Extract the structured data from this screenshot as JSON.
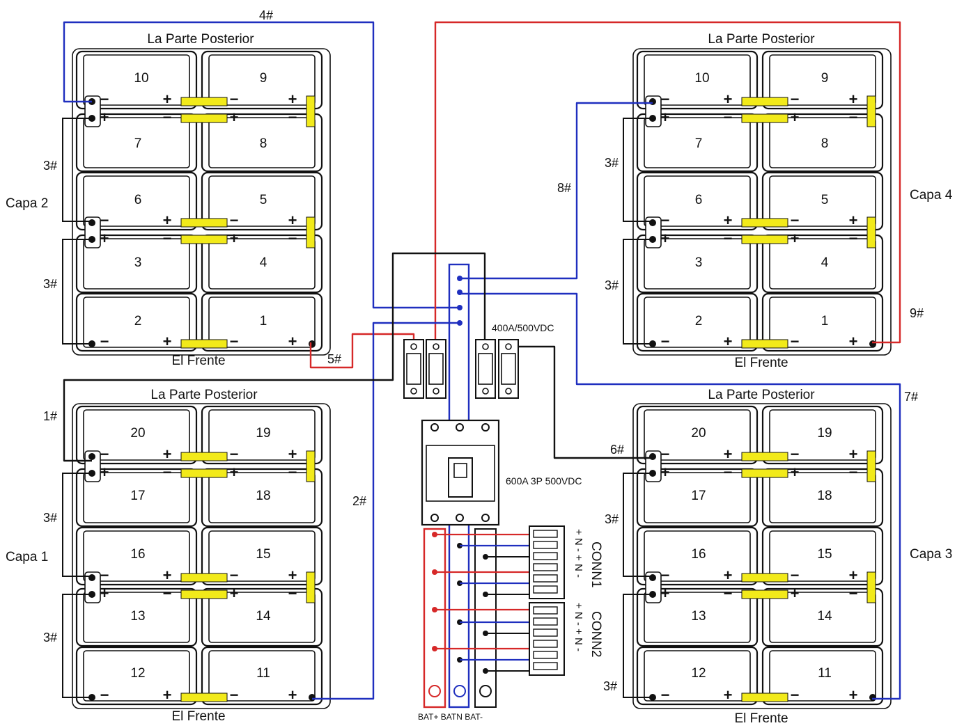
{
  "colors": {
    "positive": "#d62828",
    "negative": "#1f2fbf",
    "neutral": "#111111",
    "busbar": "#f2ea1a"
  },
  "group_labels": {
    "back": "La Parte Posterior",
    "front": "El Frente"
  },
  "layers": {
    "capa1": "Capa 1",
    "capa2": "Capa 2",
    "capa3": "Capa 3",
    "capa4": "Capa 4"
  },
  "top_bank": {
    "left": [
      "10",
      "9"
    ],
    "r2": [
      "7",
      "8"
    ],
    "r3": [
      "6",
      "5"
    ],
    "r4": [
      "3",
      "4"
    ],
    "r5": [
      "2",
      "1"
    ]
  },
  "bottom_bank": {
    "left": [
      "20",
      "19"
    ],
    "r2": [
      "17",
      "18"
    ],
    "r3": [
      "16",
      "15"
    ],
    "r4": [
      "13",
      "14"
    ],
    "r5": [
      "12",
      "11"
    ]
  },
  "cables": {
    "c1": "1#",
    "c2": "2#",
    "c3": "3#",
    "c4": "4#",
    "c5": "5#",
    "c6": "6#",
    "c7": "7#",
    "c8": "8#",
    "c9": "9#"
  },
  "components": {
    "fuse": "400A/500VDC",
    "breaker": "600A 3P 500VDC",
    "conn1": "CONN1",
    "conn2": "CONN2",
    "conn_pins": "+ N - + N -",
    "bat_labels": "BAT+ BATN BAT-"
  },
  "terminals": {
    "plus": "+",
    "minus": "−"
  }
}
